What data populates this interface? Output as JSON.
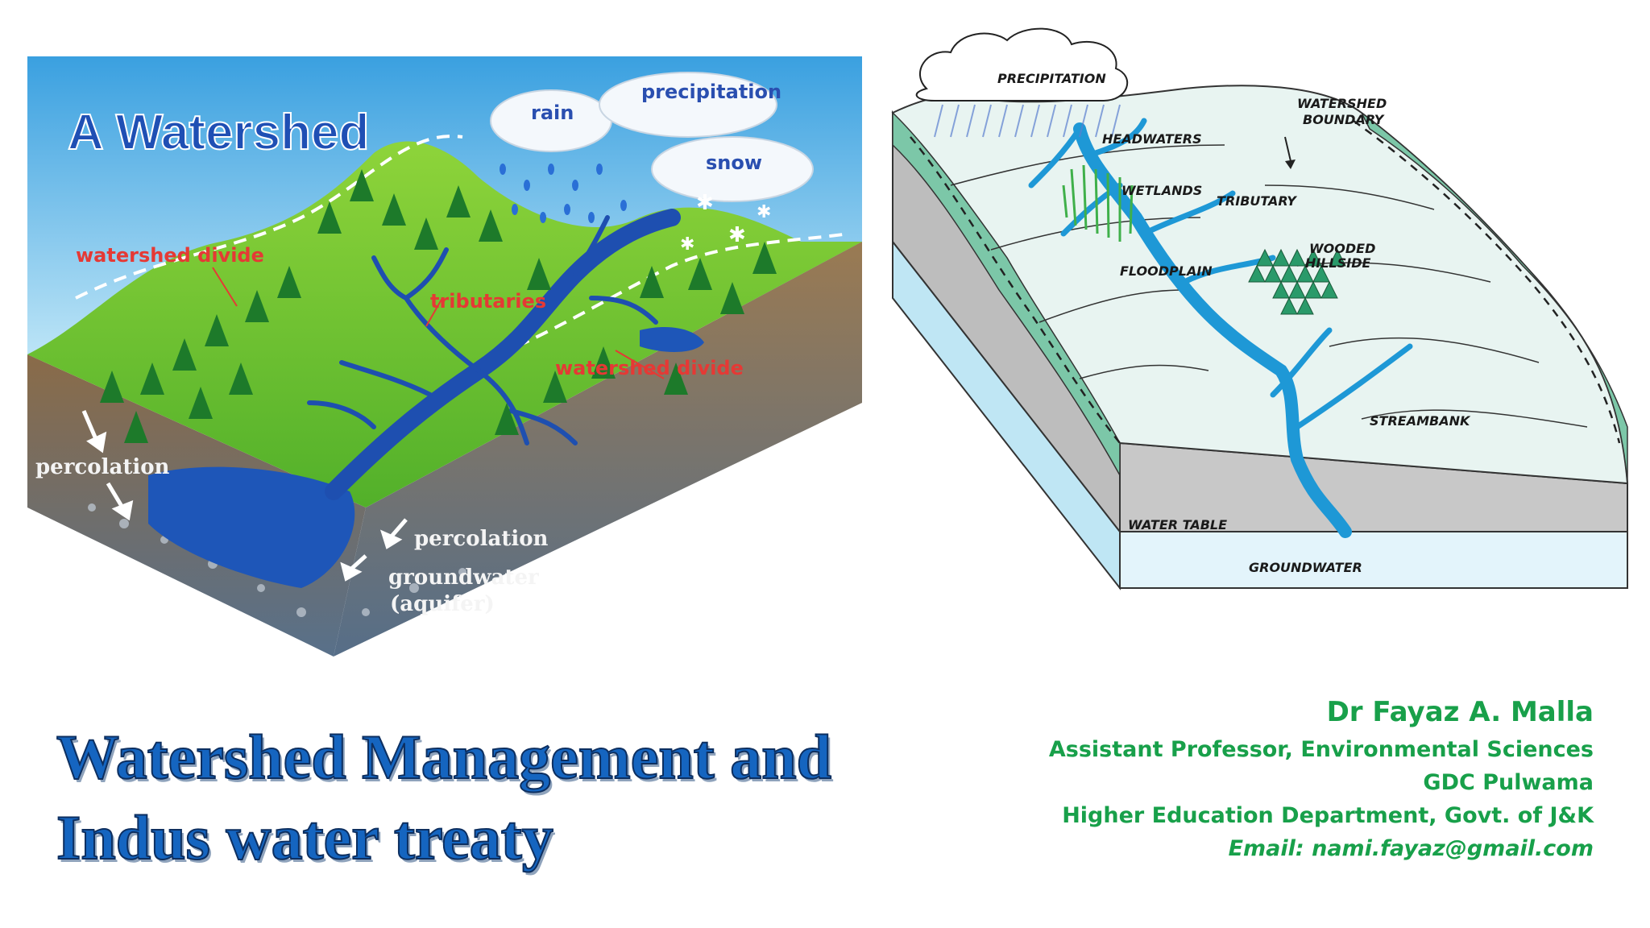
{
  "left_diagram": {
    "title": "A Watershed",
    "labels": {
      "rain": "rain",
      "precipitation": "precipitation",
      "snow": "snow",
      "watershed_divide_1": "watershed divide",
      "tributaries": "tributaries",
      "watershed_divide_2": "watershed divide",
      "percolation_1": "percolation",
      "percolation_2": "percolation",
      "groundwater": "groundwater",
      "aquifer": "(aquifer)"
    }
  },
  "right_diagram": {
    "labels": {
      "precipitation": "PRECIPITATION",
      "watershed_boundary_1": "WATERSHED",
      "watershed_boundary_2": "BOUNDARY",
      "headwaters": "HEADWATERS",
      "wetlands": "WETLANDS",
      "tributary": "TRIBUTARY",
      "wooded_1": "WOODED",
      "wooded_2": "HILLSIDE",
      "floodplain": "FLOODPLAIN",
      "streambank": "STREAMBANK",
      "water_table": "WATER TABLE",
      "groundwater": "GROUNDWATER"
    }
  },
  "title": {
    "line1": "Watershed Management and",
    "line2": "Indus water treaty"
  },
  "author": {
    "name": "Dr Fayaz A. Malla",
    "position": "Assistant Professor, Environmental Sciences",
    "college": "GDC Pulwama",
    "department": "Higher Education Department, Govt. of J&K",
    "email": "Email: nami.fayaz@gmail.com"
  },
  "colors": {
    "title_blue": "#1565c0",
    "author_green": "#18a04a",
    "label_red": "#e53935"
  }
}
